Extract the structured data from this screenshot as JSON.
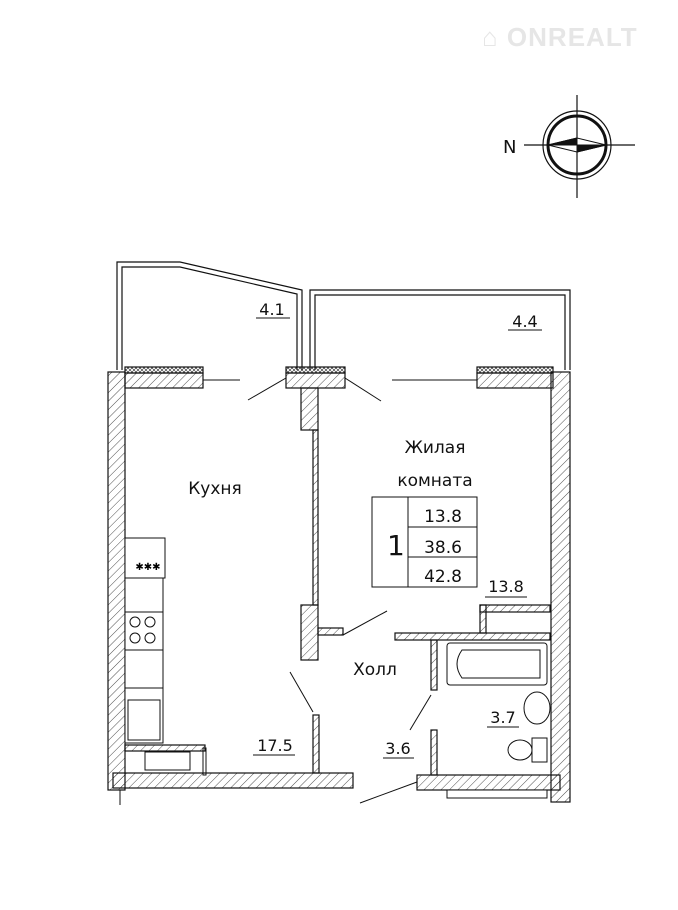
{
  "logo": {
    "text": "ONREALT"
  },
  "compass": {
    "north_label": "N"
  },
  "rooms": {
    "kitchen": {
      "name": "Кухня",
      "area": "17.5"
    },
    "living": {
      "name_line1": "Жилая",
      "name_line2": "комната",
      "area": "13.8"
    },
    "hall": {
      "name": "Холл",
      "area": "3.6"
    },
    "bathroom": {
      "area": "3.7"
    },
    "balcony_left": {
      "area": "4.1"
    },
    "balcony_right": {
      "area": "4.4"
    }
  },
  "summary": {
    "rooms_count": "1",
    "living_area": "13.8",
    "total_area": "38.6",
    "total_with_balcony": "42.8"
  },
  "colors": {
    "line": "#111111",
    "watermark": "#e6e6e6"
  }
}
